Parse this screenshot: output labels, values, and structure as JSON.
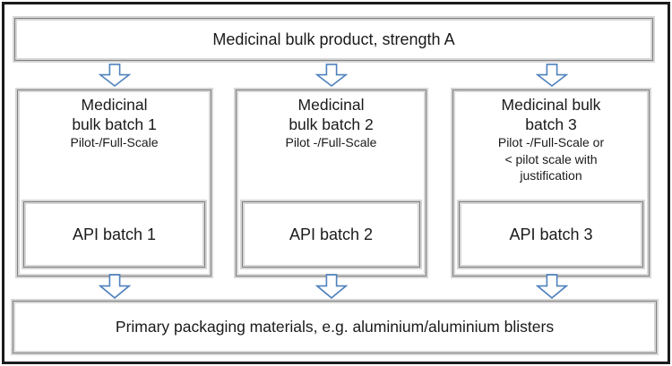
{
  "diagram": {
    "title_box": "Medicinal bulk product, strength A",
    "columns": [
      {
        "title_lines": [
          "Medicinal",
          "bulk batch 1"
        ],
        "scale_note_lines": [
          "Pilot-/Full-Scale"
        ],
        "api_box": "API batch 1"
      },
      {
        "title_lines": [
          "Medicinal",
          "bulk batch 2"
        ],
        "scale_note_lines": [
          "Pilot -/Full-Scale"
        ],
        "api_box": "API batch 2"
      },
      {
        "title_lines": [
          "Medicinal bulk",
          "batch 3"
        ],
        "scale_note_lines": [
          "Pilot -/Full-Scale or",
          "< pilot scale with",
          "justification"
        ],
        "api_box": "API batch 3"
      }
    ],
    "bottom_box": "Primary packaging materials, e.g. aluminium/aluminium blisters",
    "colors": {
      "arrow_stroke": "#4f81bd",
      "box_border_dark": "#7f7f7f",
      "box_border_light": "#d6d6d6",
      "frame_border": "#1b1b1b",
      "text": "#1a1a1a"
    }
  }
}
